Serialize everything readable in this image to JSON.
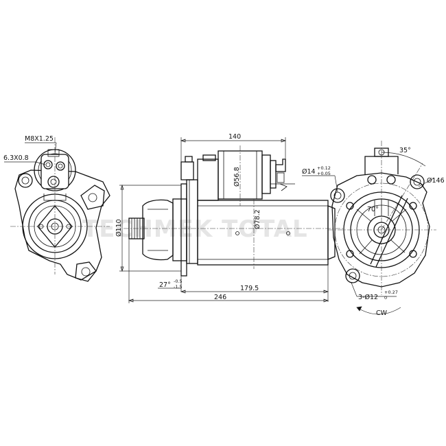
{
  "watermark": "TECHMEK TOTAL",
  "left_view": {
    "thread_label": "M8X1.25",
    "terminal_label": "6.3X0.8"
  },
  "side_view": {
    "dim_overall_top": "140",
    "dim_solenoid_dia": "Ø56.8",
    "dim_body_dia": "Ø78.2",
    "dim_flange_dia": "Ø110",
    "dim_angle_prefix": "27°",
    "dim_angle_tol_upper": "-0.5",
    "dim_angle_tol_lower": "-1.5",
    "dim_mid": "179.5",
    "dim_overall": "246"
  },
  "right_view": {
    "angle_label": "35°",
    "dia_146": "Ø146",
    "dia_14": "Ø14",
    "dia_14_tol_upper": "+0.12",
    "dia_14_tol_lower": "+0.05",
    "holes_label": "3-Ø12",
    "holes_tol_upper": "+0.27",
    "holes_tol_lower": "0",
    "inner_angle": "70°",
    "rotation_label": "CW"
  }
}
